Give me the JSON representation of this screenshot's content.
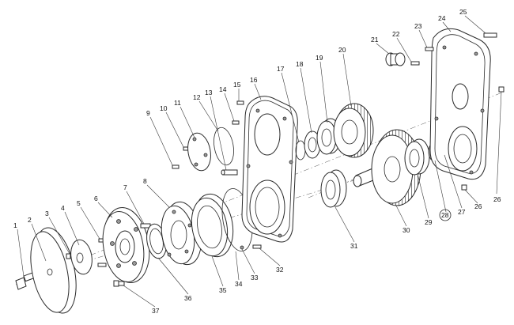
{
  "callouts": [
    "1",
    "2",
    "3",
    "4",
    "5",
    "6",
    "7",
    "8",
    "9",
    "10",
    "11",
    "12",
    "13",
    "14",
    "15",
    "16",
    "17",
    "18",
    "19",
    "20",
    "21",
    "22",
    "23",
    "24",
    "25",
    "26",
    "26",
    "27",
    "28",
    "29",
    "30",
    "31",
    "32",
    "33",
    "34",
    "35",
    "36",
    "37"
  ]
}
